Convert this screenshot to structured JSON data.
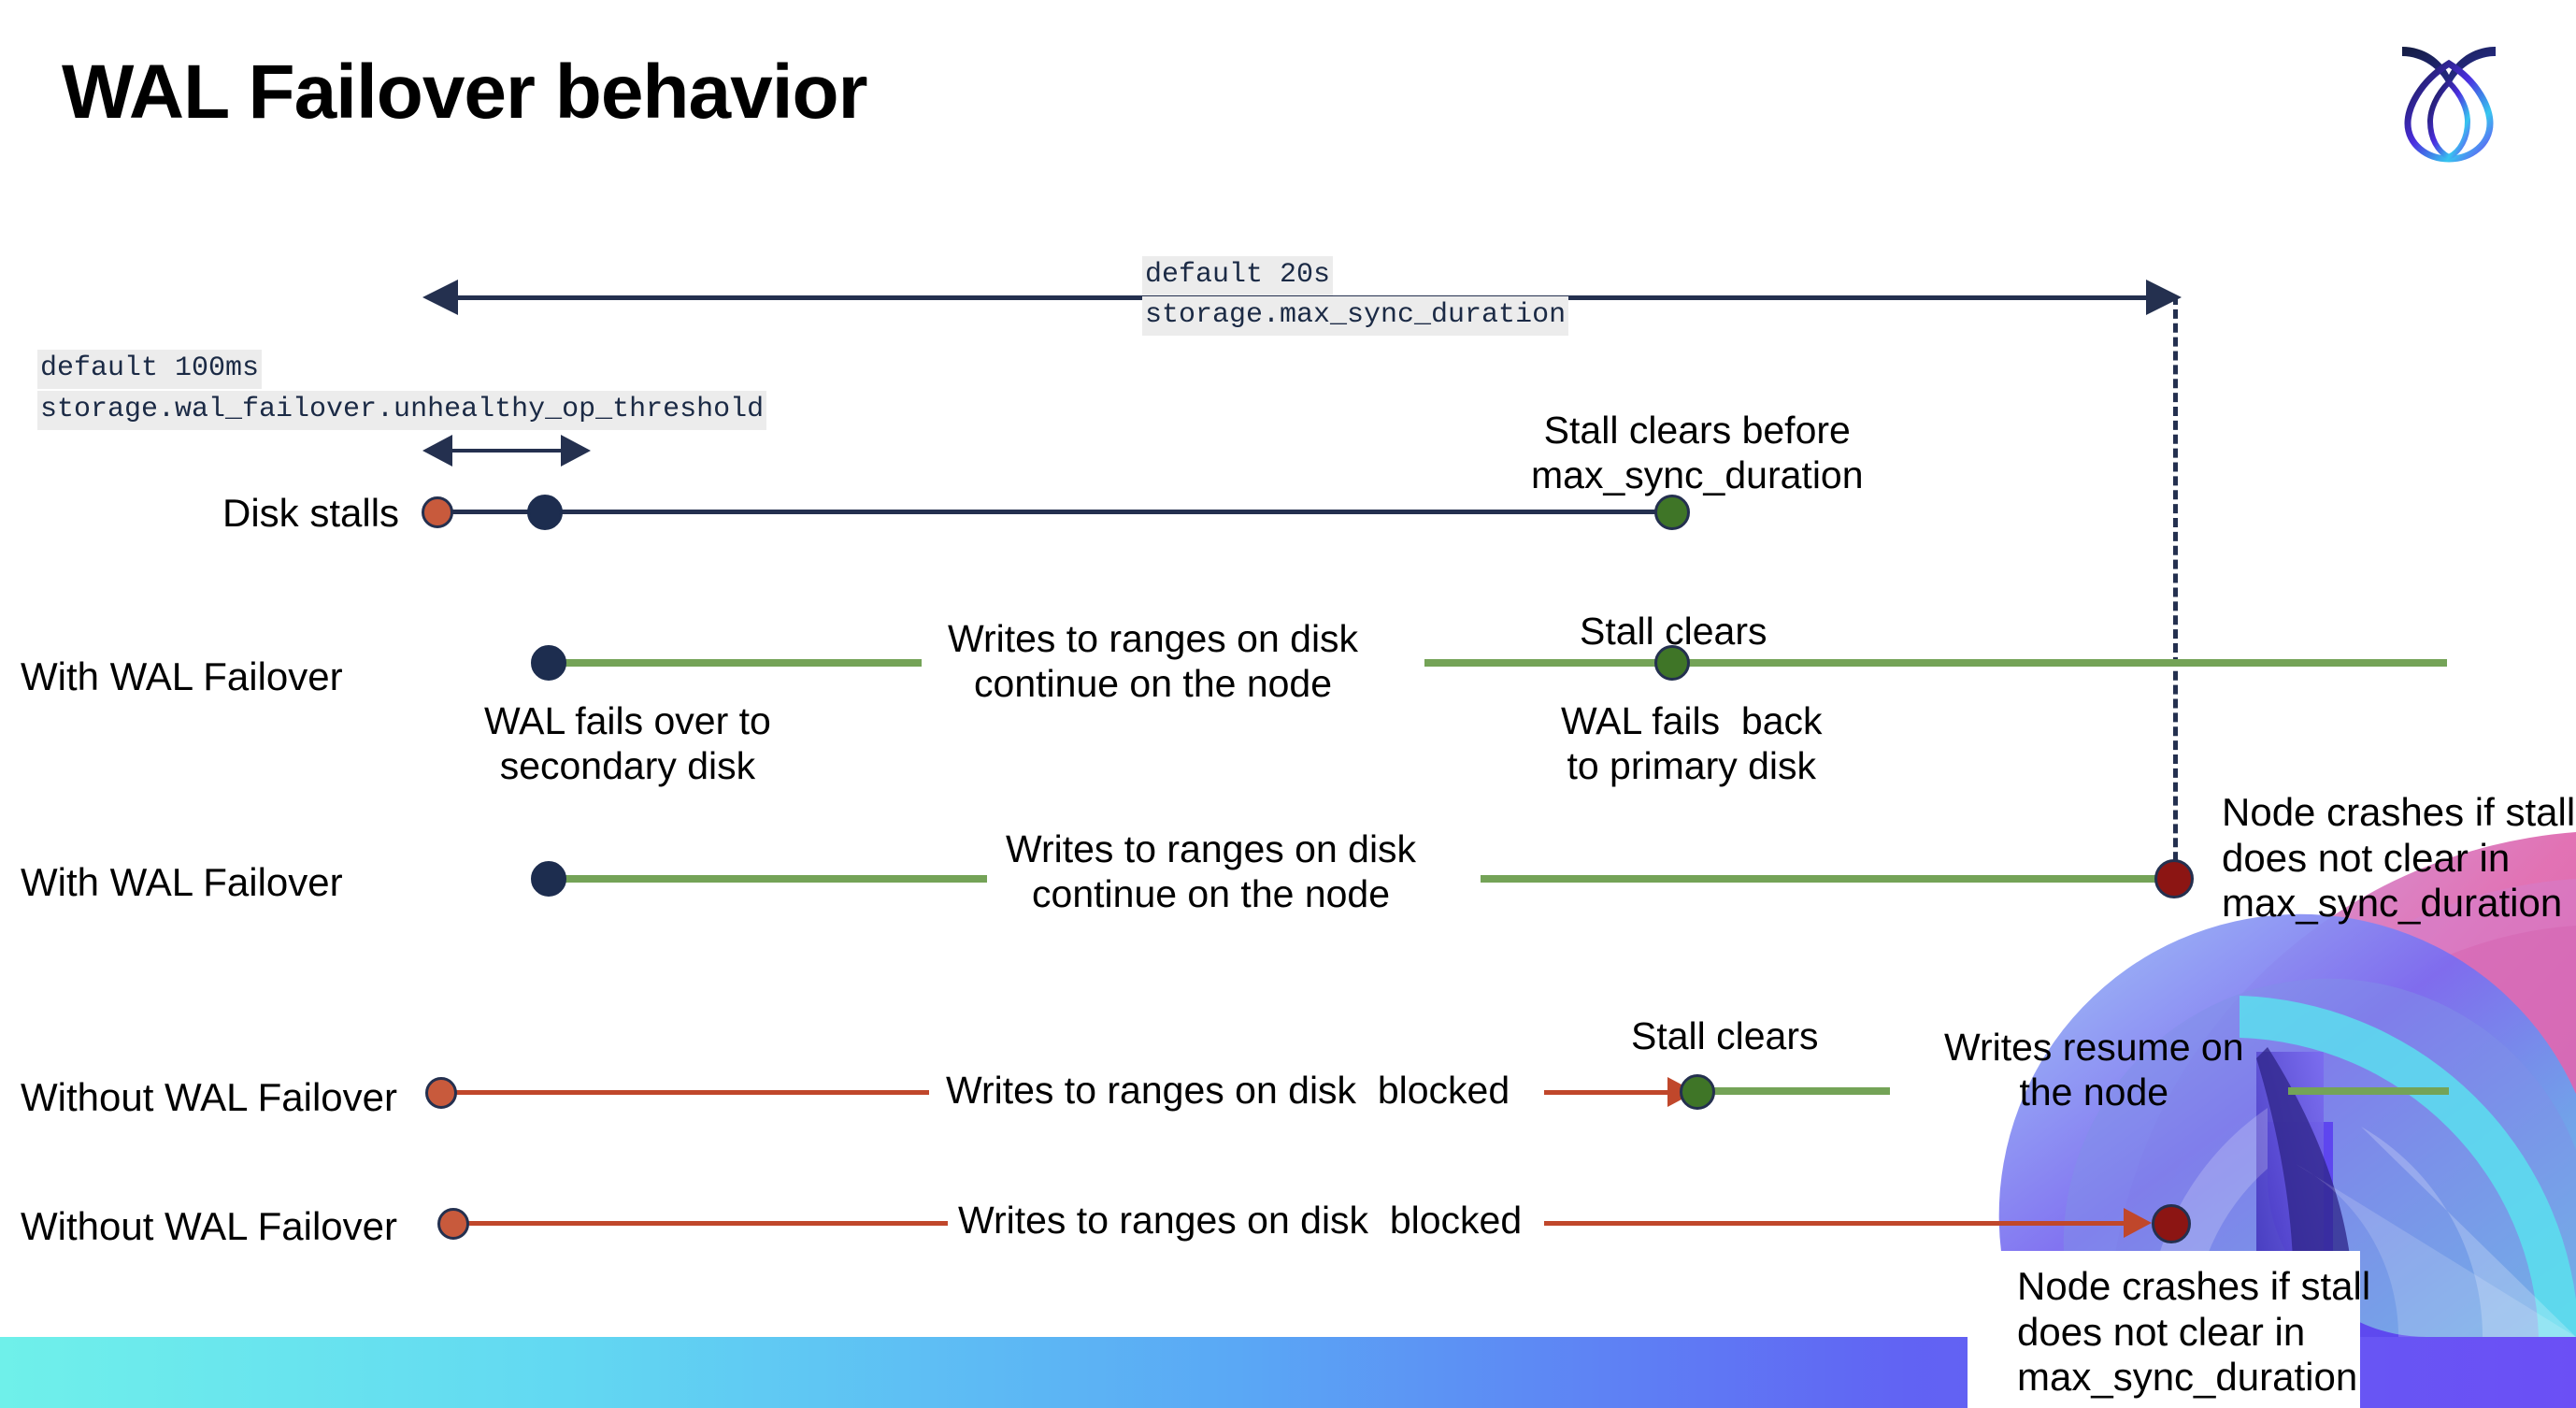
{
  "slide": {
    "title": "WAL Failover behavior",
    "logo_icon": "cockroachdb-logo-icon"
  },
  "annotations": {
    "top_span_value": "default 20s",
    "top_span_setting": "storage.max_sync_duration",
    "threshold_value": "default 100ms",
    "threshold_setting": "storage.wal_failover.unhealthy_op_threshold"
  },
  "rows": [
    {
      "id": "disk-stalls",
      "label": "Disk stalls",
      "notes": [
        "Stall clears before\nmax_sync_duration"
      ]
    },
    {
      "id": "with-wal-failover-clears",
      "label": "With WAL Failover",
      "notes": [
        "Writes to ranges on disk\ncontinue on the node",
        "Stall clears",
        "WAL fails over to\nsecondary disk",
        "WAL fails  back\nto primary disk"
      ]
    },
    {
      "id": "with-wal-failover-crash",
      "label": "With WAL Failover",
      "notes": [
        "Writes to ranges on disk\ncontinue on the node",
        "Node crashes if stall\ndoes not clear in\nmax_sync_duration"
      ]
    },
    {
      "id": "without-wal-failover-clears",
      "label": "Without WAL Failover",
      "notes": [
        "Writes to ranges on disk  blocked",
        "Stall clears",
        "Writes resume on\nthe node"
      ]
    },
    {
      "id": "without-wal-failover-crash",
      "label": "Without WAL Failover",
      "notes": [
        "Writes to ranges on disk  blocked",
        "Node crashes if stall\ndoes not clear in\nmax_sync_duration"
      ]
    }
  ],
  "legend_colors": {
    "navy": "#24304f",
    "green": "#74a357",
    "red": "#c0472b",
    "stall_start": "#c85a3c",
    "failover_point": "#1d2d4f",
    "stall_clear": "#3f7527",
    "node_crash": "#8c1513"
  }
}
